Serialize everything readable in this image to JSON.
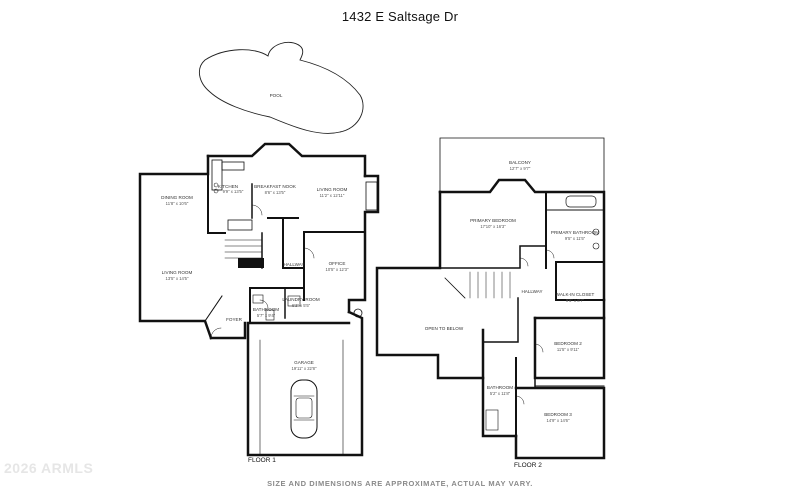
{
  "title": "1432 E Saltsage Dr",
  "copyright": "2026 ARMLS",
  "disclaimer": "SIZE AND DIMENSIONS ARE APPROXIMATE, ACTUAL MAY VARY.",
  "floor1": {
    "label": "FLOOR 1",
    "pool": "POOL",
    "kitchen": {
      "name": "KITCHEN",
      "dim": "9'9\" x 13'5\""
    },
    "breakfast": {
      "name": "BREAKFAST NOOK",
      "dim": "8'6\" x 13'5\""
    },
    "living_room_rear": {
      "name": "LIVING ROOM",
      "dim": "11'2\" x 12'11\""
    },
    "dining": {
      "name": "DINING ROOM",
      "dim": "11'8\" x 10'6\""
    },
    "living_room_front": {
      "name": "LIVING ROOM",
      "dim": "13'5\" x 14'5\""
    },
    "hallway": "HALLWAY",
    "office": {
      "name": "OFFICE",
      "dim": "10'5\" x 12'3\""
    },
    "laundry": {
      "name": "LAUNDRY ROOM",
      "dim": "6'3\" x 5'5\""
    },
    "bathroom": {
      "name": "BATHROOM",
      "dim": "5'7\" x 9'4\""
    },
    "foyer": "FOYER",
    "garage": {
      "name": "GARAGE",
      "dim": "19'11\" x 22'8\""
    }
  },
  "floor2": {
    "label": "FLOOR 2",
    "balcony": {
      "name": "BALCONY",
      "dim": "12'7\" x 9'7\""
    },
    "primary_bedroom": {
      "name": "PRIMARY BEDROOM",
      "dim": "17'10\" x 16'3\""
    },
    "primary_bathroom": {
      "name": "PRIMARY BATHROOM",
      "dim": "9'5\" x 11'5\""
    },
    "hallway": "HALLWAY",
    "walkin": {
      "name": "WALK-IN CLOSET",
      "dim": "9'6\" x 8'7\""
    },
    "open_to_below": "OPEN TO BELOW",
    "bedroom2": {
      "name": "BEDROOM 2",
      "dim": "11'5\" x 9'11\""
    },
    "bathroom": {
      "name": "BATHROOM",
      "dim": "5'2\" x 11'8\""
    },
    "bedroom3": {
      "name": "BEDROOM 3",
      "dim": "14'9\" x 14'6\""
    }
  }
}
